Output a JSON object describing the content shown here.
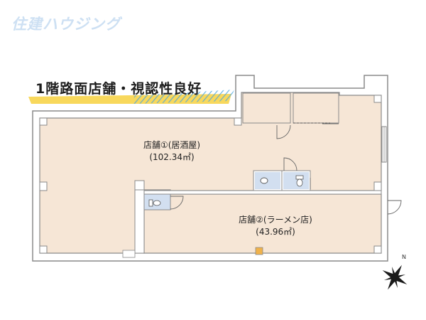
{
  "brand": {
    "logo_text": "住建ハウジング",
    "colors": {
      "logo": "#cde0f3",
      "headline_stripe": "#f7d44a",
      "headline_hatch": "#4aa6e0"
    }
  },
  "headline": {
    "text": "1階路面店舗・視認性良好"
  },
  "plan": {
    "colors": {
      "floor": "#f6e6d6",
      "wall": "#8a8a8a",
      "fixture": "#d2dff0",
      "stair": "#f0b24a"
    },
    "units": [
      {
        "name": "店舗①(居酒屋)",
        "area": "(102.34㎡)"
      },
      {
        "name": "店舗②(ラーメン店)",
        "area": "(43.96㎡)"
      }
    ],
    "compass_label": "N",
    "icons": [
      "toilet-icon",
      "sink-icon",
      "door-swing-icon",
      "compass-icon"
    ]
  }
}
